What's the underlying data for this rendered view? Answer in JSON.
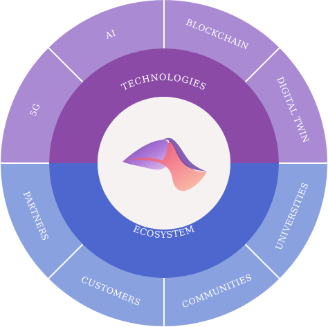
{
  "diagram": {
    "inner_ring": {
      "top_label": "TECHNOLOGIES",
      "bottom_label": "ECOSYSTEM"
    },
    "outer_segments": {
      "top": [
        "5G",
        "AI",
        "BLOCKCHAIN",
        "DIGITAL TWIN"
      ],
      "bottom": [
        "PARTNERS",
        "CUSTOMERS",
        "COMMUNITIES",
        "UNIVERSITIES"
      ]
    },
    "logo": "logo-icon"
  },
  "colors": {
    "outer_top": "#a98ad3",
    "inner_top": "#8a4aa6",
    "outer_bottom": "#8aa1e0",
    "inner_bottom": "#4d67cf",
    "center": "#f6f2f1",
    "divider": "#ffffff"
  }
}
